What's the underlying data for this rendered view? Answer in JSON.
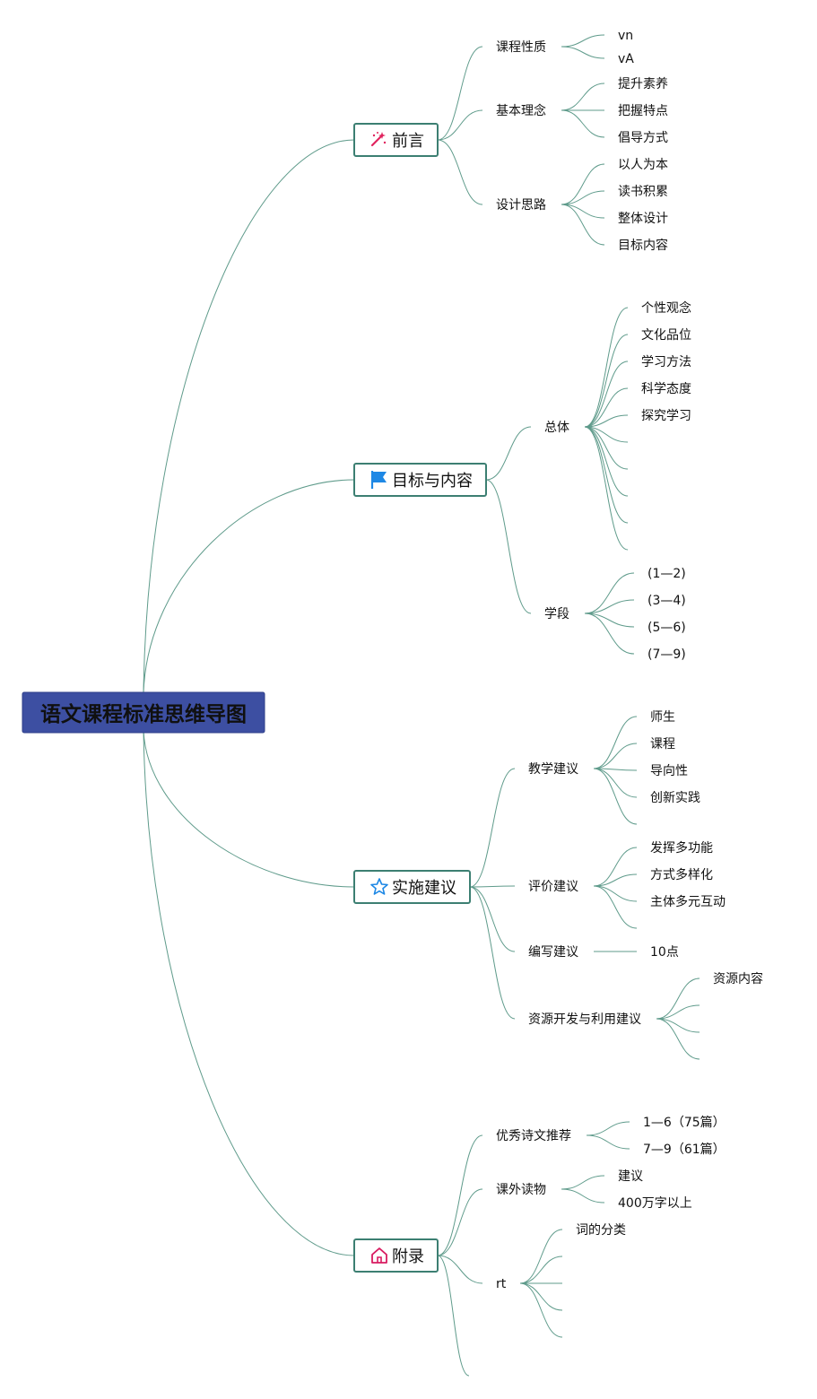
{
  "root": {
    "title": "语文课程标准思维导图",
    "fill": "#3d4fa2"
  },
  "branches": [
    {
      "id": "preface",
      "label": "前言",
      "icon": "magic-wand-icon",
      "icon_color": "#e0245e",
      "children": [
        {
          "label": "课程性质",
          "leaves": [
            "vn",
            "vA"
          ]
        },
        {
          "label": "基本理念",
          "leaves": [
            "提升素养",
            "把握特点",
            "倡导方式"
          ]
        },
        {
          "label": "设计思路",
          "leaves": [
            "以人为本",
            "读书积累",
            "整体设计",
            "目标内容"
          ]
        }
      ]
    },
    {
      "id": "goals",
      "label": "目标与内容",
      "icon": "flag-icon",
      "icon_color": "#1e88e5",
      "children": [
        {
          "label": "总体",
          "leaves": [
            "个性观念",
            "文化品位",
            "学习方法",
            "科学态度",
            "探究学习",
            "",
            "",
            "",
            "",
            ""
          ]
        },
        {
          "label": "学段",
          "leaves": [
            "(1—2)",
            "(3—4)",
            "(5—6)",
            "(7—9)"
          ]
        }
      ]
    },
    {
      "id": "implementation",
      "label": "实施建议",
      "icon": "star-icon",
      "icon_color": "#1e88e5",
      "children": [
        {
          "label": "教学建议",
          "leaves": [
            "师生",
            "课程",
            "导向性",
            "创新实践",
            ""
          ]
        },
        {
          "label": "评价建议",
          "leaves": [
            "发挥多功能",
            "方式多样化",
            "主体多元互动",
            ""
          ]
        },
        {
          "label": "编写建议",
          "leaves": [
            "10点"
          ]
        },
        {
          "label": "资源开发与利用建议",
          "leaves": [
            "资源内容",
            "",
            "",
            ""
          ]
        }
      ]
    },
    {
      "id": "appendix",
      "label": "附录",
      "icon": "home-icon",
      "icon_color": "#d81b60",
      "children": [
        {
          "label": "优秀诗文推荐",
          "leaves": [
            "1—6（75篇）",
            "7—9（61篇）"
          ]
        },
        {
          "label": "课外读物",
          "leaves": [
            "建议",
            "400万字以上"
          ]
        },
        {
          "label": "rt",
          "leaves": [
            "词的分类",
            "",
            "",
            "",
            ""
          ]
        },
        {
          "label": "",
          "leaves": []
        }
      ]
    }
  ],
  "colors": {
    "edge": "#5f9b8b",
    "branch_border": "#3c7f72"
  }
}
